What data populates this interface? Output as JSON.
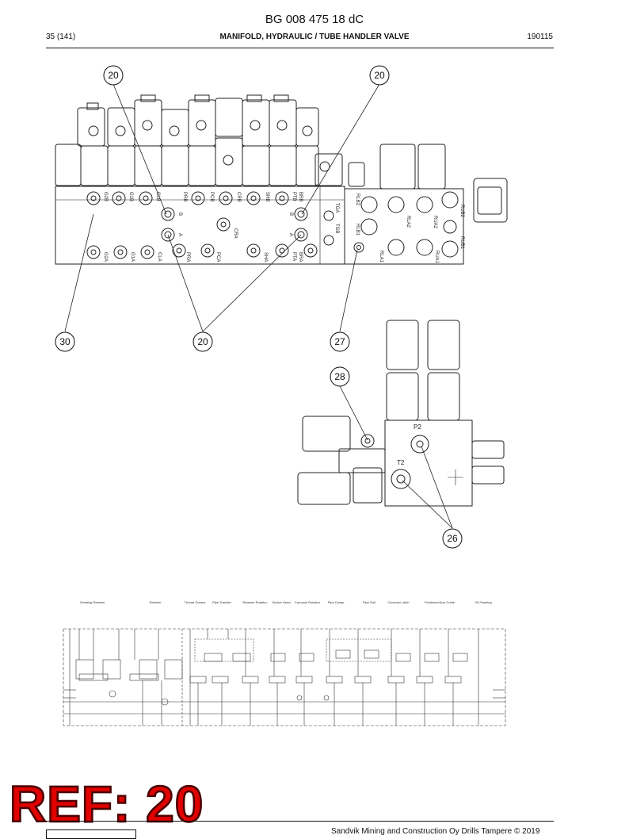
{
  "header": {
    "doc_number": "BG 008 475 18 dC",
    "page": "35 (141)",
    "title": "MANIFOLD, HYDRAULIC / TUBE HANDLER VALVE",
    "date_code": "190115"
  },
  "callouts": [
    "20",
    "20",
    "30",
    "20",
    "27",
    "28",
    "26"
  ],
  "port_labels": {
    "manifold_top": [
      "G2B",
      "G1B",
      "CLB",
      "PRB",
      "PCB",
      "CRB",
      "SHB",
      "PTB",
      "BRB"
    ],
    "manifold_bottom": [
      "G2A",
      "G1A",
      "CLA",
      "PRA",
      "PCA",
      "SHA",
      "PTA",
      "BRA"
    ],
    "manifold_mid": [
      "B",
      "A",
      "B",
      "A",
      "CRA",
      "TGA",
      "TGB"
    ],
    "right_block": [
      "RUB2",
      "RLB2",
      "RUA2",
      "RLA2",
      "RUB1",
      "RUA1",
      "RLB1",
      "RLA1"
    ],
    "sub_valve": [
      "P2",
      "T2"
    ]
  },
  "schematic": {
    "section_titles": [
      "Rotating Retainer",
      "Retainer",
      "Thread Grease",
      "Pipe Transfer",
      "Retainer Rotation",
      "Sucker Head",
      "Carousel Rotation",
      "Pipe Clamp",
      "Pipe Roll",
      "Carousel Latch",
      "Positioner/Arm Guide",
      "Oil Flushing"
    ]
  },
  "stamp": {
    "text": "REF: 20"
  },
  "footer": {
    "copyright": "Sandvik Mining and Construction Oy Drills Tampere © 2019"
  },
  "colors": {
    "stamp_fill": "#e00000",
    "ink": "#111111"
  }
}
